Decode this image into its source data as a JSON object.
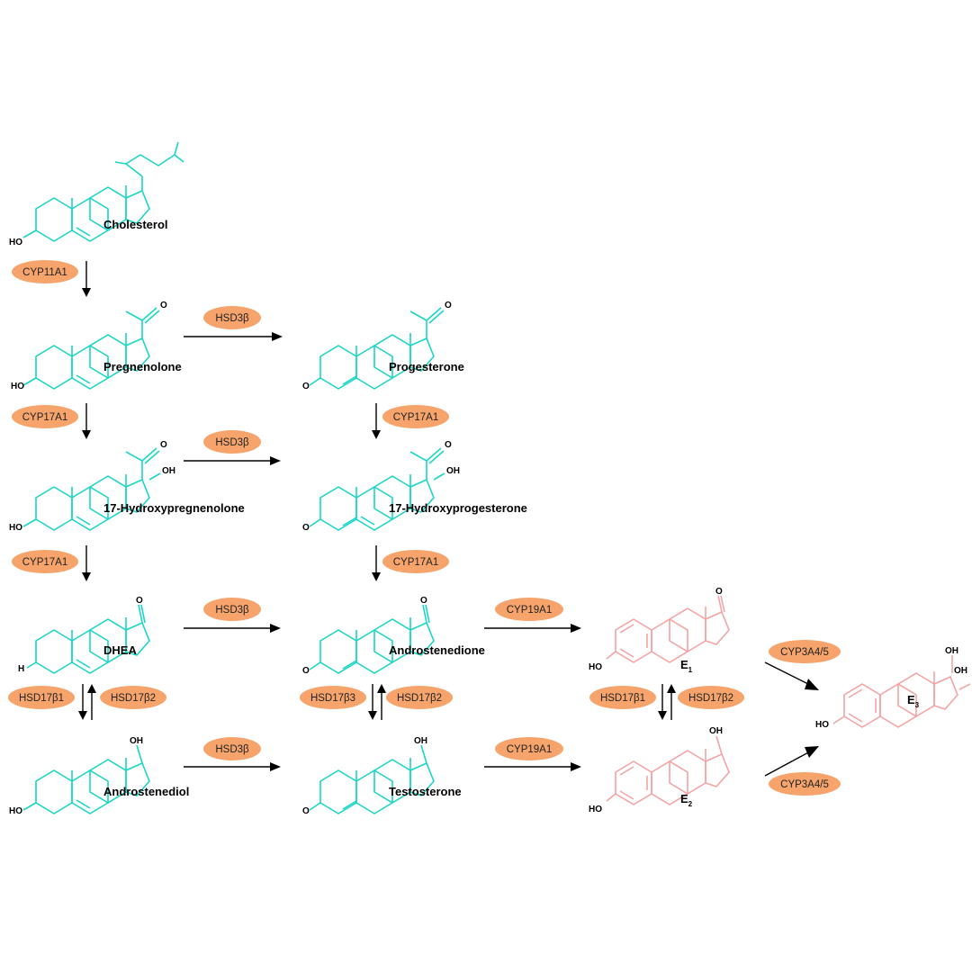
{
  "compounds": {
    "cholesterol": "Cholesterol",
    "pregnenolone": "Pregnenolone",
    "progesterone": "Progesterone",
    "hydroxypregnenolone": "17-Hydroxypregnenolone",
    "hydroxyprogesterone": "17-Hydroxyprogesterone",
    "dhea": "DHEA",
    "androstenedione": "Androstenedione",
    "androstenediol": "Androstenediol",
    "testosterone": "Testosterone",
    "e1": {
      "base": "E",
      "sub": "1"
    },
    "e2": {
      "base": "E",
      "sub": "2"
    },
    "e3": {
      "base": "E",
      "sub": "3"
    }
  },
  "atoms": {
    "ho": "HO",
    "o": "O",
    "oh": "OH",
    "h": "H"
  },
  "enzymes": {
    "cyp11a1": "CYP11A1",
    "cyp17a1": "CYP17A1",
    "hsd3b": "HSD3β",
    "cyp19a1": "CYP19A1",
    "hsd17b1": "HSD17β1",
    "hsd17b2": "HSD17β2",
    "hsd17b3": "HSD17β3",
    "cyp3a45": "CYP3A4/5"
  },
  "colors": {
    "steroid": "#19d6c6",
    "estrogen": "#f4a3a3",
    "enzyme": "#f6a46b",
    "arrow": "#000000"
  }
}
